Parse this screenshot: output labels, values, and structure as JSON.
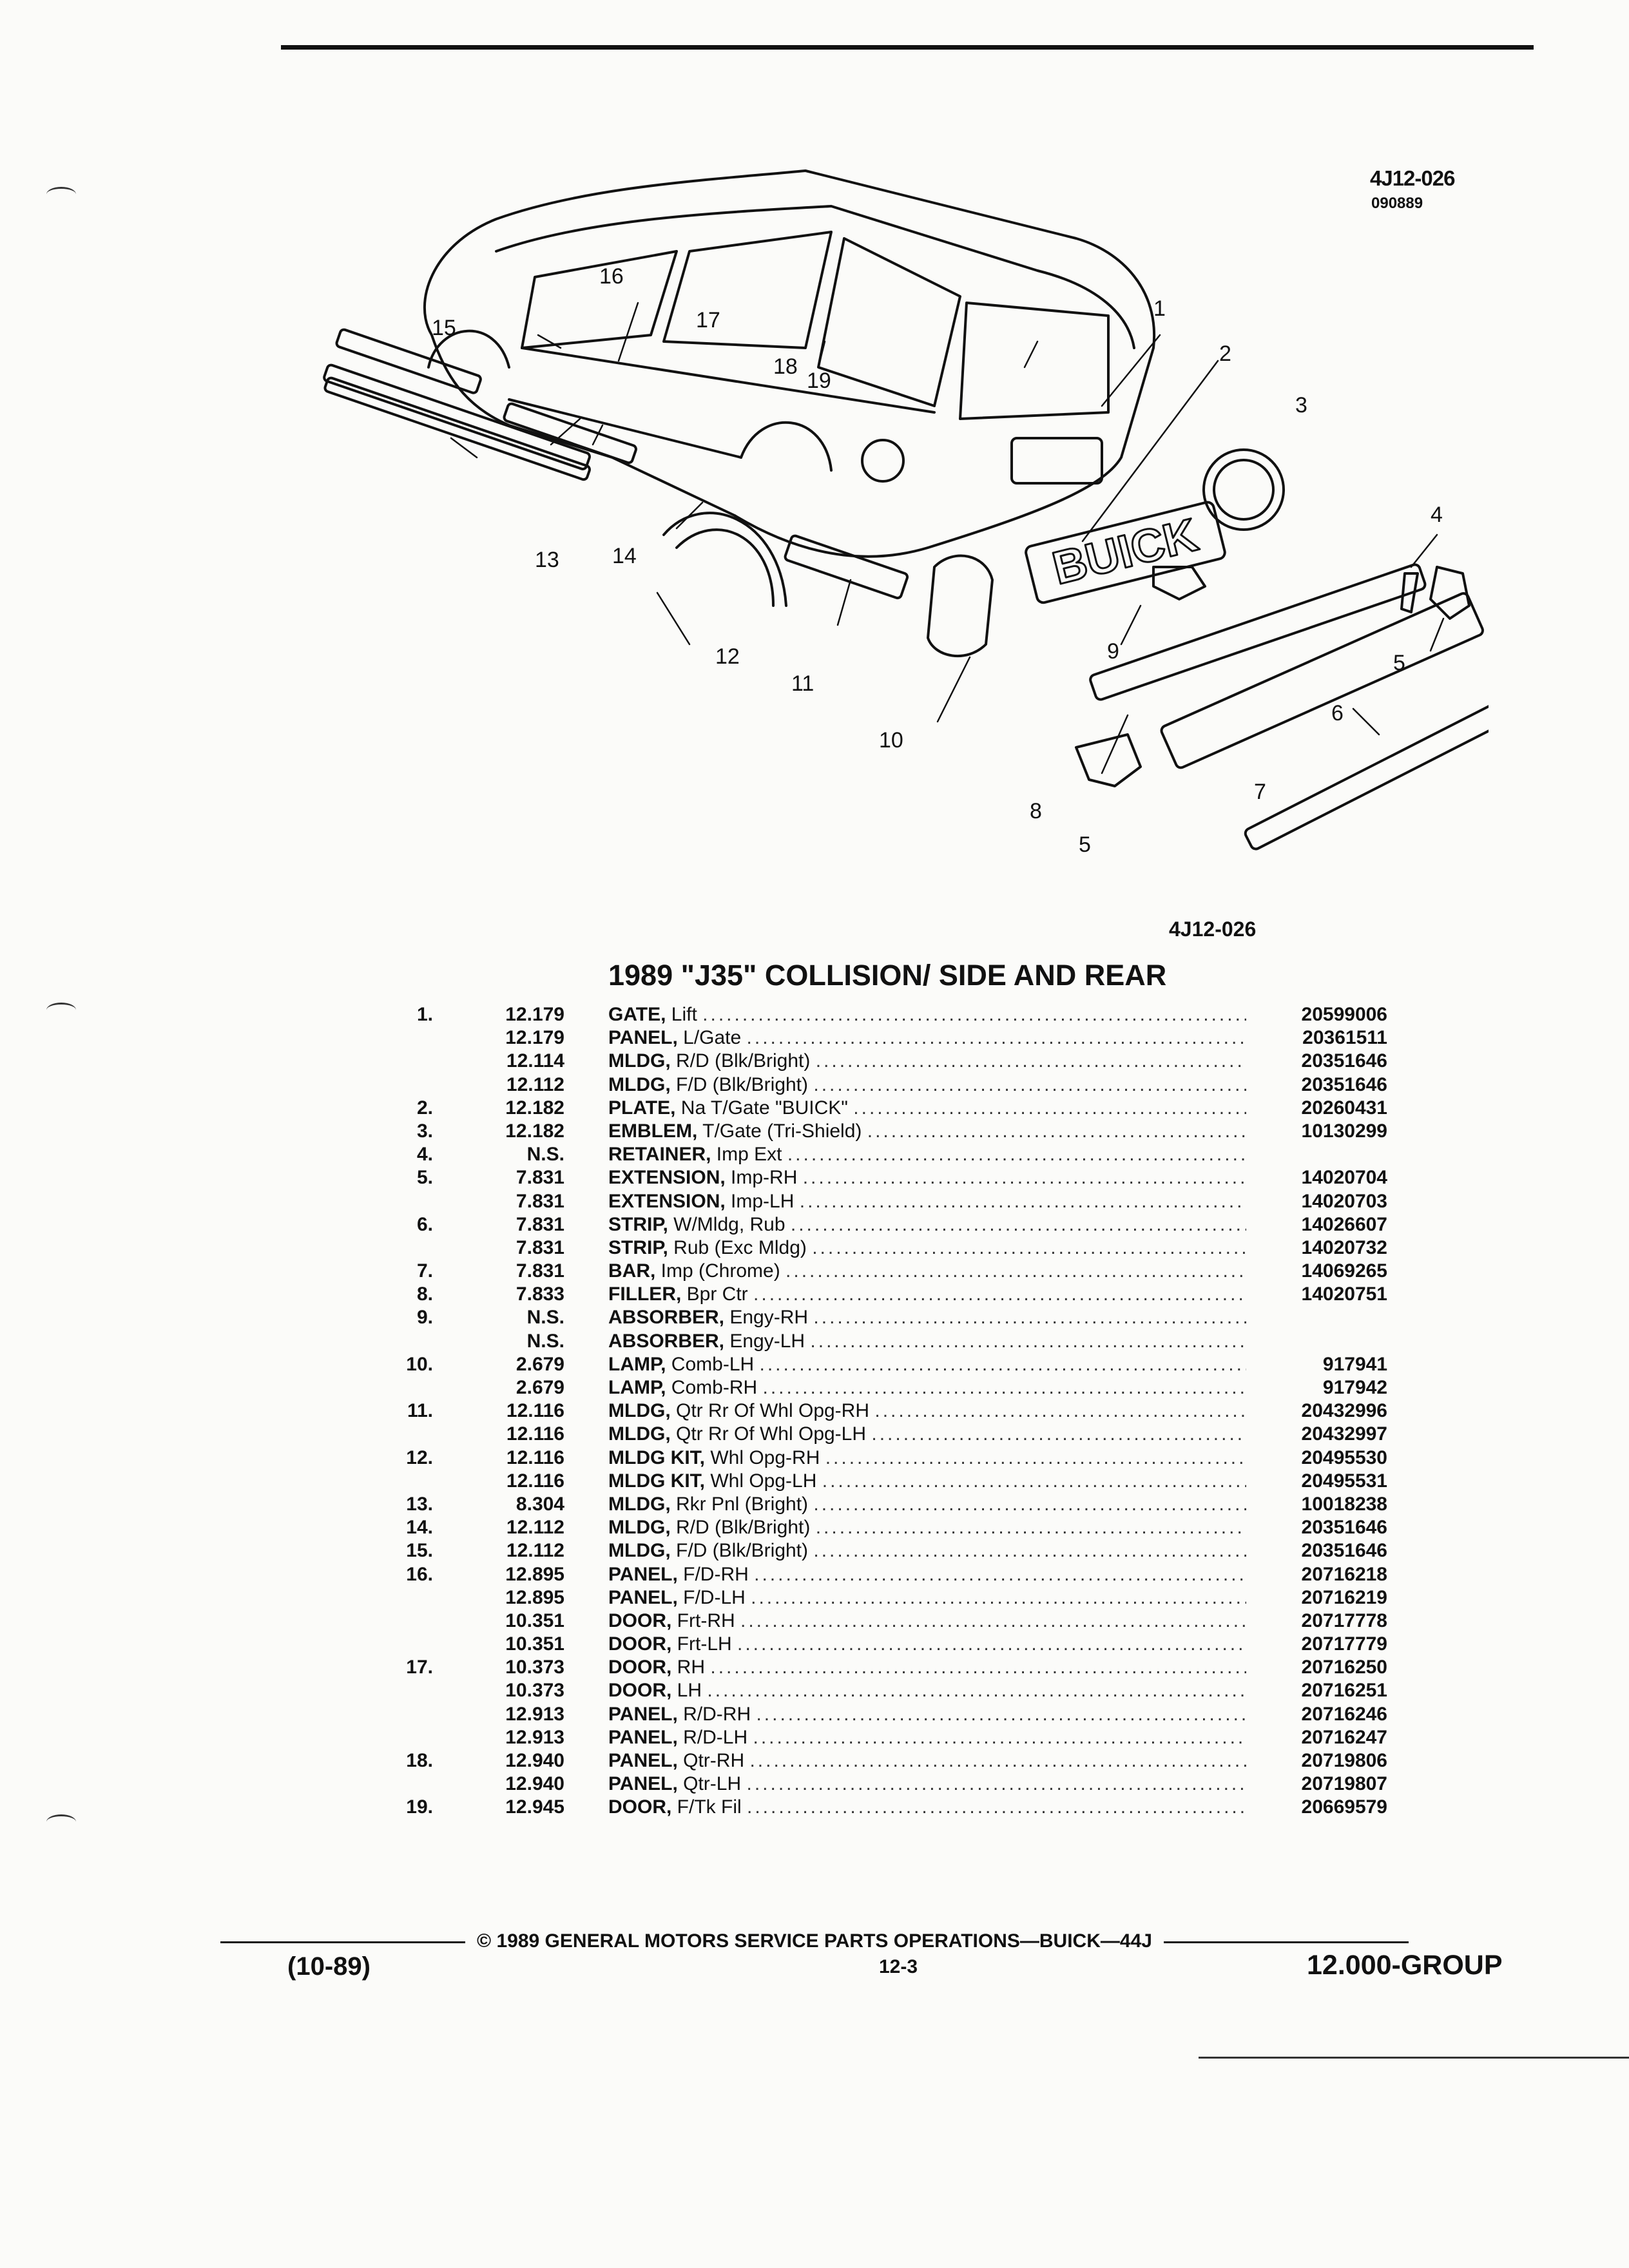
{
  "diagram": {
    "code_top": "4J12-026",
    "date_code": "090889",
    "code_bottom": "4J12-026",
    "callouts": [
      "1",
      "2",
      "3",
      "4",
      "5",
      "5",
      "6",
      "7",
      "8",
      "9",
      "10",
      "11",
      "12",
      "13",
      "14",
      "15",
      "16",
      "17",
      "18",
      "19"
    ],
    "emblem_text": "BUICK"
  },
  "section": {
    "title": "1989 \"J35\" COLLISION/ SIDE AND REAR"
  },
  "parts": [
    {
      "item": "1.",
      "group": "12.179",
      "name": "GATE,",
      "desc": " Lift",
      "part": "20599006"
    },
    {
      "item": "",
      "group": "12.179",
      "name": "PANEL,",
      "desc": " L/Gate",
      "part": "20361511"
    },
    {
      "item": "",
      "group": "12.114",
      "name": "MLDG,",
      "desc": " R/D (Blk/Bright)",
      "part": "20351646"
    },
    {
      "item": "",
      "group": "12.112",
      "name": "MLDG,",
      "desc": " F/D (Blk/Bright)",
      "part": "20351646"
    },
    {
      "item": "2.",
      "group": "12.182",
      "name": "PLATE,",
      "desc": " Na T/Gate \"BUICK\"",
      "part": "20260431"
    },
    {
      "item": "3.",
      "group": "12.182",
      "name": "EMBLEM,",
      "desc": " T/Gate (Tri-Shield)",
      "part": "10130299"
    },
    {
      "item": "4.",
      "group": "N.S.",
      "name": "RETAINER,",
      "desc": " Imp Ext",
      "part": ""
    },
    {
      "item": "5.",
      "group": "7.831",
      "name": "EXTENSION,",
      "desc": " Imp-RH",
      "part": "14020704"
    },
    {
      "item": "",
      "group": "7.831",
      "name": "EXTENSION,",
      "desc": " Imp-LH",
      "part": "14020703"
    },
    {
      "item": "6.",
      "group": "7.831",
      "name": "STRIP,",
      "desc": " W/Mldg, Rub",
      "part": "14026607"
    },
    {
      "item": "",
      "group": "7.831",
      "name": "STRIP,",
      "desc": " Rub (Exc Mldg)",
      "part": "14020732"
    },
    {
      "item": "7.",
      "group": "7.831",
      "name": "BAR,",
      "desc": " Imp (Chrome)",
      "part": "14069265"
    },
    {
      "item": "8.",
      "group": "7.833",
      "name": "FILLER,",
      "desc": " Bpr Ctr",
      "part": "14020751"
    },
    {
      "item": "9.",
      "group": "N.S.",
      "name": "ABSORBER,",
      "desc": " Engy-RH",
      "part": ""
    },
    {
      "item": "",
      "group": "N.S.",
      "name": "ABSORBER,",
      "desc": " Engy-LH",
      "part": ""
    },
    {
      "item": "10.",
      "group": "2.679",
      "name": "LAMP,",
      "desc": " Comb-LH",
      "part": "917941"
    },
    {
      "item": "",
      "group": "2.679",
      "name": "LAMP,",
      "desc": " Comb-RH",
      "part": "917942"
    },
    {
      "item": "11.",
      "group": "12.116",
      "name": "MLDG,",
      "desc": " Qtr Rr Of Whl Opg-RH",
      "part": "20432996"
    },
    {
      "item": "",
      "group": "12.116",
      "name": "MLDG,",
      "desc": " Qtr Rr Of Whl Opg-LH",
      "part": "20432997"
    },
    {
      "item": "12.",
      "group": "12.116",
      "name": "MLDG KIT,",
      "desc": " Whl Opg-RH",
      "part": "20495530"
    },
    {
      "item": "",
      "group": "12.116",
      "name": "MLDG KIT,",
      "desc": " Whl Opg-LH",
      "part": "20495531"
    },
    {
      "item": "13.",
      "group": "8.304",
      "name": "MLDG,",
      "desc": " Rkr Pnl (Bright)",
      "part": "10018238"
    },
    {
      "item": "14.",
      "group": "12.112",
      "name": "MLDG,",
      "desc": " R/D (Blk/Bright)",
      "part": "20351646"
    },
    {
      "item": "15.",
      "group": "12.112",
      "name": "MLDG,",
      "desc": " F/D (Blk/Bright)",
      "part": "20351646"
    },
    {
      "item": "16.",
      "group": "12.895",
      "name": "PANEL,",
      "desc": " F/D-RH",
      "part": "20716218"
    },
    {
      "item": "",
      "group": "12.895",
      "name": "PANEL,",
      "desc": " F/D-LH",
      "part": "20716219"
    },
    {
      "item": "",
      "group": "10.351",
      "name": "DOOR,",
      "desc": " Frt-RH",
      "part": "20717778"
    },
    {
      "item": "",
      "group": "10.351",
      "name": "DOOR,",
      "desc": " Frt-LH",
      "part": "20717779"
    },
    {
      "item": "17.",
      "group": "10.373",
      "name": "DOOR,",
      "desc": " RH",
      "part": "20716250"
    },
    {
      "item": "",
      "group": "10.373",
      "name": "DOOR,",
      "desc": " LH",
      "part": "20716251"
    },
    {
      "item": "",
      "group": "12.913",
      "name": "PANEL,",
      "desc": " R/D-RH",
      "part": "20716246"
    },
    {
      "item": "",
      "group": "12.913",
      "name": "PANEL,",
      "desc": " R/D-LH",
      "part": "20716247"
    },
    {
      "item": "18.",
      "group": "12.940",
      "name": "PANEL,",
      "desc": " Qtr-RH",
      "part": "20719806"
    },
    {
      "item": "",
      "group": "12.940",
      "name": "PANEL,",
      "desc": " Qtr-LH",
      "part": "20719807"
    },
    {
      "item": "19.",
      "group": "12.945",
      "name": "DOOR,",
      "desc": " F/Tk Fil",
      "part": "20669579"
    }
  ],
  "footer": {
    "copyright": "© 1989 GENERAL MOTORS SERVICE PARTS OPERATIONS—BUICK—44J",
    "revision": "(10-89)",
    "page": "12-3",
    "group": "12.000-GROUP"
  }
}
